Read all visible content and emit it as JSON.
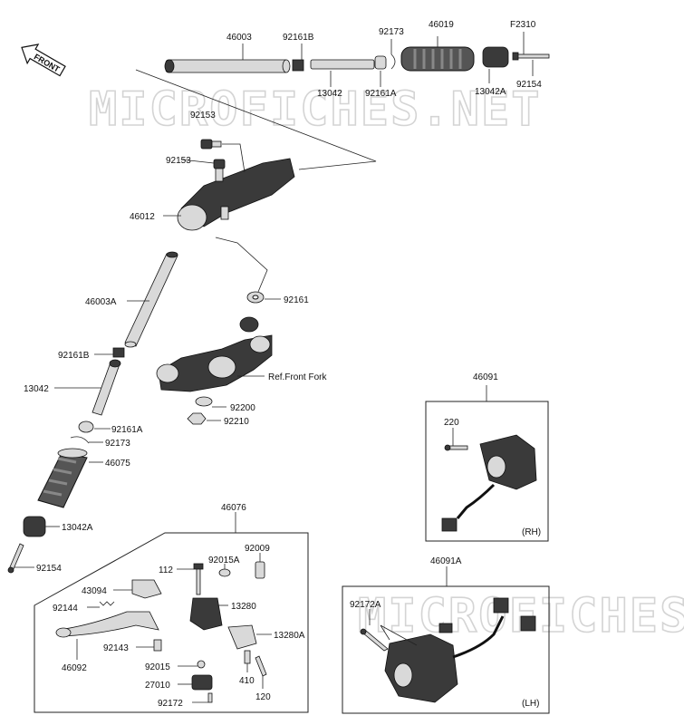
{
  "watermark": "MICROFICHES.NET",
  "front_label": "FRONT",
  "labels": {
    "p46003": "46003",
    "p92161B_top": "92161B",
    "p92173_top": "92173",
    "p46019": "46019",
    "pF2310": "F2310",
    "p13042_top": "13042",
    "p92161A_top": "92161A",
    "p13042A_top": "13042A",
    "p92154_top": "92154",
    "p92153a": "92153",
    "p92153b": "92153",
    "p46012": "46012",
    "p92161": "92161",
    "p46003A": "46003A",
    "p92161B": "92161B",
    "pRefFork": "Ref.Front Fork",
    "p13042": "13042",
    "p92200": "92200",
    "p92161A": "92161A",
    "p92210": "92210",
    "p92173": "92173",
    "p46075": "46075",
    "p13042A": "13042A",
    "p92154": "92154",
    "p46091": "46091",
    "p220": "220",
    "pRH": "(RH)",
    "p46076": "46076",
    "p112": "112",
    "p92015A": "92015A",
    "p92009": "92009",
    "p43094": "43094",
    "p92144": "92144",
    "p13280": "13280",
    "p13280A": "13280A",
    "p92143": "92143",
    "p46092": "46092",
    "p92015": "92015",
    "p410": "410",
    "p120": "120",
    "p27010": "27010",
    "p92172": "92172",
    "p46091A": "46091A",
    "p92172A": "92172A",
    "pLH": "(LH)"
  }
}
